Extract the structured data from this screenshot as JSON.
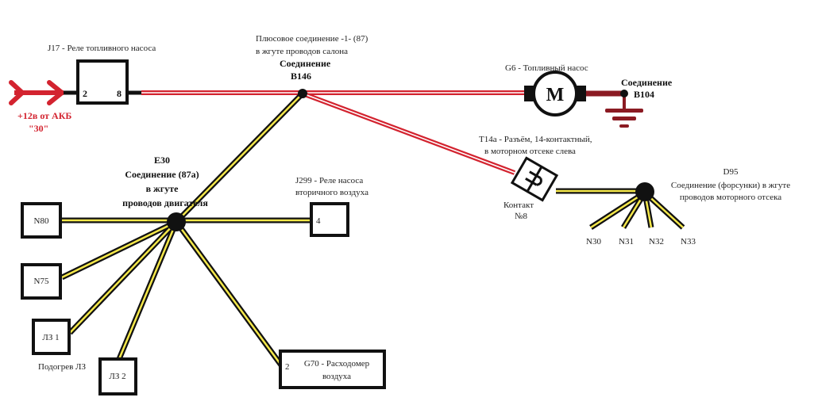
{
  "diagram": {
    "power_source": {
      "line1": "+12в от АКБ",
      "line2": "\"30\""
    },
    "j17": {
      "label": "J17 - Реле топливного насоса",
      "pin_in": "2",
      "pin_out": "8"
    },
    "b146": {
      "desc1": "Плюсовое соединение -1- (87)",
      "desc2": "в жгуте проводов салона",
      "title1": "Соединение",
      "title2": "B146"
    },
    "g6": {
      "label": "G6 - Топливный насос",
      "symbol": "M"
    },
    "b104": {
      "title1": "Соединение",
      "title2": "B104"
    },
    "t14a": {
      "desc1": "T14a - Разъём, 14-контактный,",
      "desc2": "в моторном отсеке слева",
      "contact1": "Контакт",
      "contact2": "№8"
    },
    "d95": {
      "title": "D95",
      "desc1": "Соединение (форсунки) в жгуте",
      "desc2": "проводов моторного отсека",
      "injectors": [
        "N30",
        "N31",
        "N32",
        "N33"
      ]
    },
    "e30": {
      "title": "E30",
      "line1": "Соединение (87a)",
      "line2": "в жгуте",
      "line3": "проводов двигателя"
    },
    "j299": {
      "desc1": "J299 - Реле насоса",
      "desc2": "вторичного воздуха",
      "pin": "4"
    },
    "components": {
      "n80": "N80",
      "n75": "N75",
      "lz1": "ЛЗ 1",
      "lz2": "ЛЗ 2",
      "lz_heater": "Подогрев ЛЗ"
    },
    "g70": {
      "pin": "2",
      "label1": "G70 - Расходомер",
      "label2": "воздуха"
    },
    "colors": {
      "positive_wire": "#d3232f",
      "ground_wire": "#8b1a22",
      "signal_wire": "#f5e84a",
      "outline": "#111111"
    }
  }
}
